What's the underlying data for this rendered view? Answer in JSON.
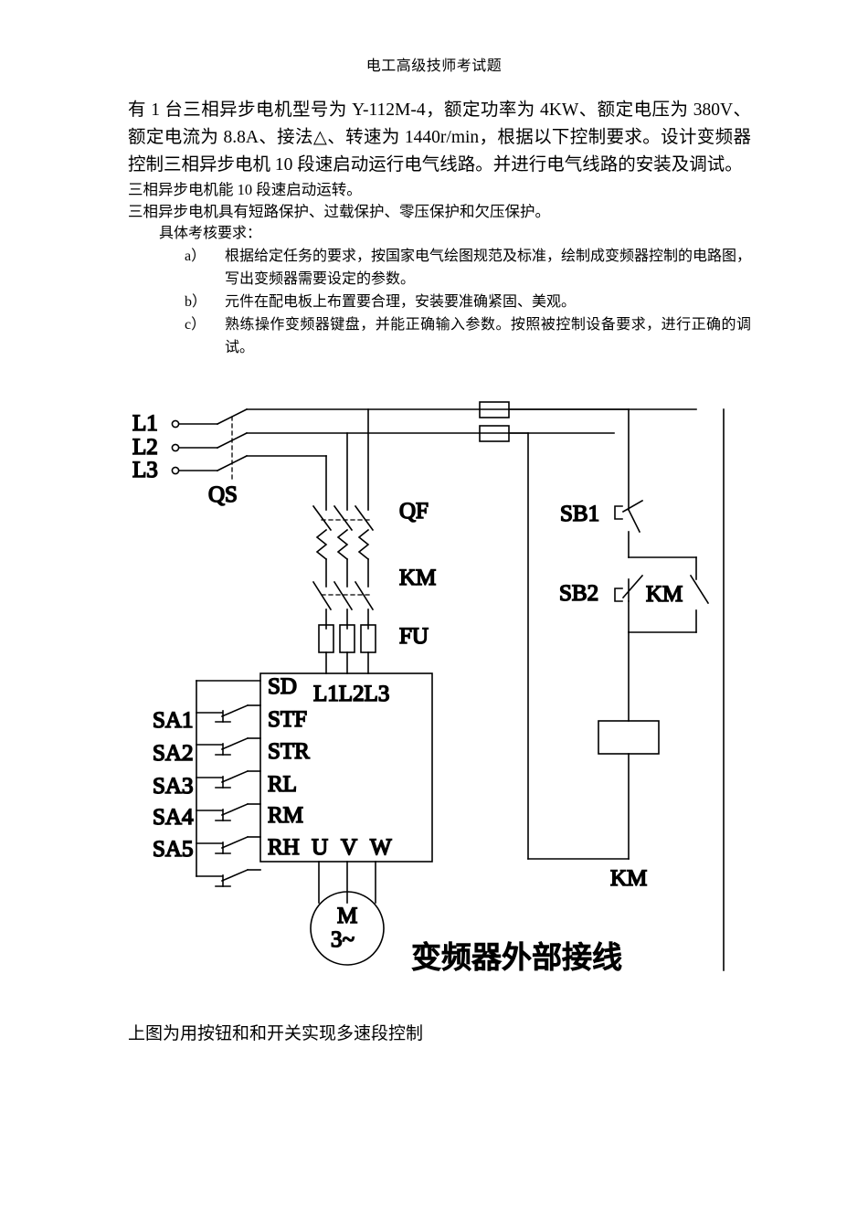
{
  "document": {
    "header_title": "电工高级技师考试题",
    "lead_paragraph": "有 1 台三相异步电机型号为 Y-112M-4，额定功率为 4KW、额定电压为 380V、额定电流为 8.8A、接法△、转速为 1440r/min，根据以下控制要求。设计变频器控制三相异步电机 10 段速启动运行电气线路。并进行电气线路的安装及调试。",
    "requirement_line_1": "三相异步电机能 10 段速启动运转。",
    "requirement_line_2": "三相异步电机具有短路保护、过载保护、零压保护和欠压保护。",
    "assessment_heading": "具体考核要求：",
    "assessment_items": [
      {
        "marker": "a）",
        "text": "根据给定任务的要求，按国家电气绘图规范及标准，绘制成变频器控制的电路图，写出变频器需要设定的参数。"
      },
      {
        "marker": "b）",
        "text": "元件在配电板上布置要合理，安装要准确紧固、美观。"
      },
      {
        "marker": "c）",
        "text": "熟练操作变频器键盘，并能正确输入参数。按照被控制设备要求，进行正确的调试。"
      }
    ],
    "figure_caption": "上图为用按钮和和开关实现多速段控制"
  },
  "schematic": {
    "title": "变频器外部接线",
    "supply_lines": [
      "L1",
      "L2",
      "L3"
    ],
    "disconnect_switch": "QS",
    "circuit_breaker": "QF",
    "contactor_main": "KM",
    "fuse_main": "FU",
    "inverter": {
      "input_terminals": [
        "L1",
        "L2",
        "L3"
      ],
      "input_terminals_joined": "L1L2L3",
      "output_terminals": [
        "U",
        "V",
        "W"
      ],
      "control_terminals": [
        "SD",
        "STF",
        "STR",
        "RL",
        "RM",
        "RH"
      ]
    },
    "selector_switches": [
      "SA1",
      "SA2",
      "SA3",
      "SA4",
      "SA5"
    ],
    "motor": {
      "symbol": "M",
      "phases": "3~"
    },
    "control_circuit": {
      "stop_button": "SB1",
      "start_button": "SB2",
      "aux_contact": "KM",
      "coil_label": "KM"
    },
    "colors": {
      "line": "#000000",
      "background": "#ffffff"
    }
  }
}
